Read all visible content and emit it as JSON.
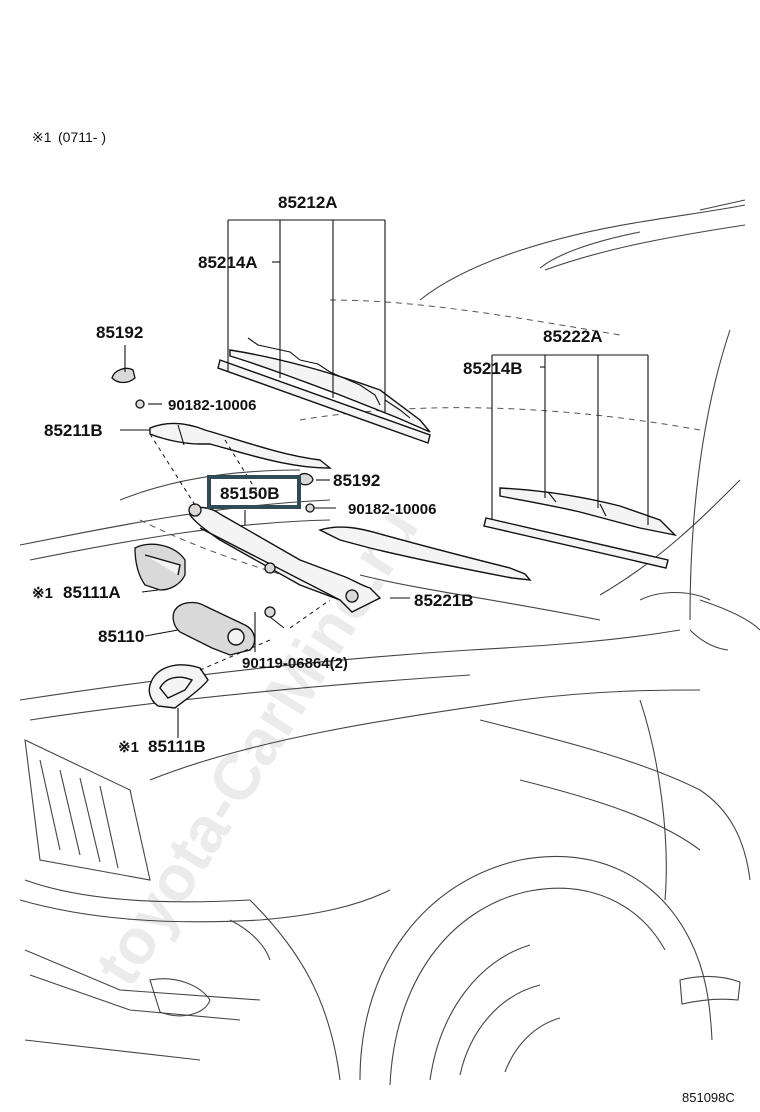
{
  "header": {
    "note_symbol": "※1",
    "note_text": "(0711-    )"
  },
  "callouts": {
    "p85212A": "85212A",
    "p85214A": "85214A",
    "p85192_top": "85192",
    "p90182_top": "90182-10006",
    "p85211B": "85211B",
    "p85192_mid": "85192",
    "p85150B": "85150B",
    "p90182_mid": "90182-10006",
    "p85222A": "85222A",
    "p85214B": "85214B",
    "p85111A_mark": "※1",
    "p85111A": "85111A",
    "p85110": "85110",
    "p90119": "90119-06864(2)",
    "p85221B": "85221B",
    "p85111B_mark": "※1",
    "p85111B": "85111B"
  },
  "highlighted_part": "85150B",
  "highlight_color": "#2e4b57",
  "watermark": "toyota-CarMine.ru",
  "diagram_code": "851098C"
}
